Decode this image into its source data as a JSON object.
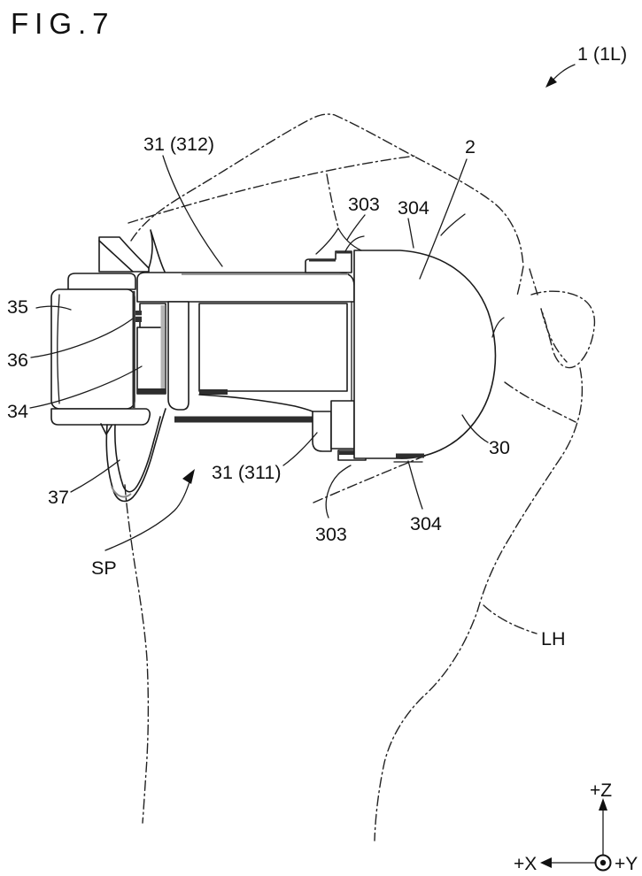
{
  "title": "FIG.7",
  "labels": {
    "assembly": "1 (1L)",
    "holder_top": "31 (312)",
    "body": "2",
    "top_button_inner": "303",
    "top_button_outer": "304",
    "left_cap": "35",
    "latch": "36",
    "side_panel": "34",
    "holder_bottom": "31 (311)",
    "ball": "30",
    "strap": "37",
    "bottom_button_inner": "303",
    "bottom_button_outer": "304",
    "space": "SP",
    "left_hand": "LH"
  },
  "axes": {
    "z": "+Z",
    "x": "+X",
    "y": "+Y"
  }
}
